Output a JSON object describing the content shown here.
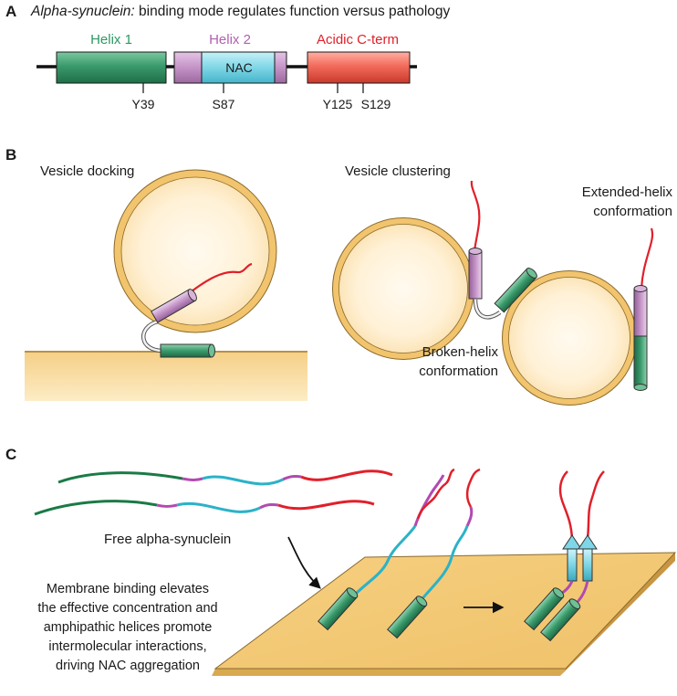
{
  "panel_a": {
    "letter": "A",
    "title_italic": "Alpha-synuclein:",
    "title_rest": " binding mode regulates function versus pathology",
    "domains": {
      "helix1": "Helix 1",
      "helix2": "Helix 2",
      "nac": "NAC",
      "acidic": "Acidic C-term"
    },
    "residues": {
      "y39": "Y39",
      "s87": "S87",
      "y125": "Y125",
      "s129": "S129"
    }
  },
  "panel_b": {
    "letter": "B",
    "docking_label": "Vesicle docking",
    "clustering_label": "Vesicle clustering",
    "extended_line1": "Extended-helix",
    "extended_line2": "conformation",
    "broken_line1": "Broken-helix",
    "broken_line2": "conformation"
  },
  "panel_c": {
    "letter": "C",
    "free_label": "Free alpha-synuclein",
    "caption_lines": [
      "Membrane binding elevates",
      "the effective concentration and",
      "amphipathic helices promote",
      "intermolecular interactions,",
      "driving NAC aggregation"
    ]
  },
  "colors": {
    "helix1": "#3a9a6c",
    "helix2": "#c493c6",
    "nac": "#7fd6e6",
    "acidic": "#f26b5b",
    "tail_red": "#e0202a",
    "strand_green": "#1a7a46",
    "strand_magenta": "#b24ab0",
    "strand_cyan": "#2bb2c8",
    "vesicle_fill": "#fdeccb",
    "vesicle_ring": "#f1c46d",
    "membrane": "#f6cf80"
  }
}
